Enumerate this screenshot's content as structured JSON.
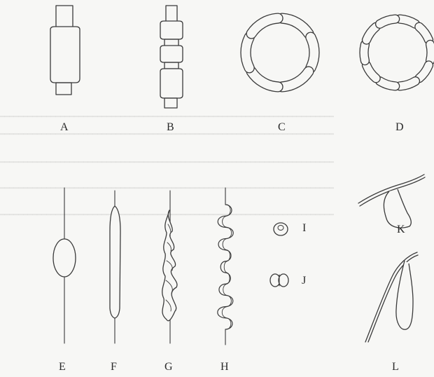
{
  "figure": {
    "labels": {
      "A": "A",
      "B": "B",
      "C": "C",
      "D": "D",
      "E": "E",
      "F": "F",
      "G": "G",
      "H": "H",
      "I": "I",
      "J": "J",
      "K": "K",
      "L": "L"
    }
  }
}
